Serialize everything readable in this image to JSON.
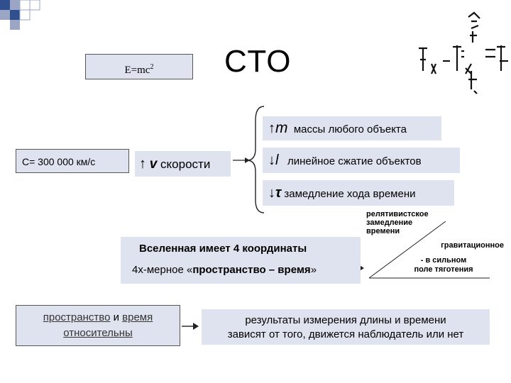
{
  "formula": {
    "base": "E=mc",
    "exp": "2"
  },
  "title": "СТО",
  "speed_of_light": "C= 300 000 км/с",
  "velocity": {
    "arrow": "↑",
    "symbol": "v",
    "text": "скорости"
  },
  "effects": [
    {
      "arrow": "↑",
      "symbol": "m",
      "text": "массы любого объекта"
    },
    {
      "arrow": "↓",
      "symbol": "l",
      "text": "линейное сжатие объектов"
    },
    {
      "arrow": "↓",
      "symbol": "τ",
      "text": "замедление хода времени"
    }
  ],
  "universe": {
    "line1": "Вселенная имеет 4 координаты",
    "line2_prefix": "4х-мерное «",
    "line2_bold": "пространство – время",
    "line2_suffix": "»"
  },
  "relativistic": [
    "релятивистское",
    "замедление",
    "времени"
  ],
  "gravitational": [
    "гравитационное",
    "- в сильном",
    "поле тяготения"
  ],
  "relativity_statement": {
    "space": "пространство",
    "and": " и ",
    "time": "время",
    "relative": "относительны"
  },
  "results": [
    "результаты измерения длины и времени",
    "зависят от того, движется наблюдатель или нет"
  ],
  "colors": {
    "box_fill": "#dfe3ef",
    "deco_blue": "#2f4f8f",
    "deco_grey": "#9aa6c4"
  }
}
